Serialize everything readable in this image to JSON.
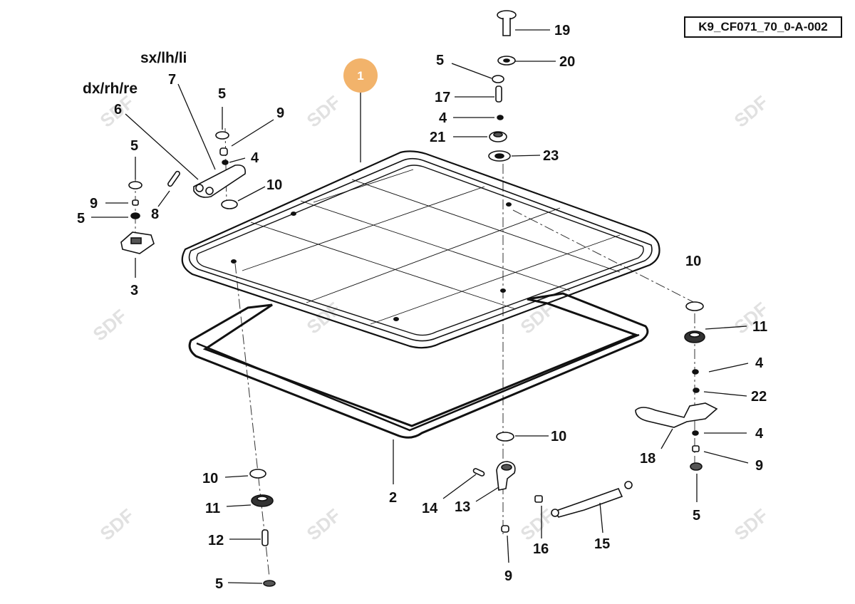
{
  "reference_code": "K9_CF071_70_0-A-002",
  "side_labels": {
    "left_hand": "sx/lh/li",
    "right_hand": "dx/rh/re"
  },
  "watermark_text": "SDF",
  "highlight_color": "#f2b36b",
  "callout": {
    "number": "1"
  },
  "part_labels": {
    "p19": "19",
    "p20": "20",
    "p5a": "5",
    "p17": "17",
    "p4a": "4",
    "p21": "21",
    "p23": "23",
    "p7": "7",
    "p6": "6",
    "p5b": "5",
    "p9a": "9",
    "p4b": "4",
    "p10a": "10",
    "p5c": "5",
    "p9b": "9",
    "p5d": "5",
    "p8": "8",
    "p3": "3",
    "p10b": "10",
    "p11a": "11",
    "p4c": "4",
    "p22": "22",
    "p4d": "4",
    "p18": "18",
    "p9c": "9",
    "p5e": "5",
    "p10c": "10",
    "p14": "14",
    "p13": "13",
    "p16": "16",
    "p15": "15",
    "p9d": "9",
    "p2": "2",
    "p10d": "10",
    "p11b": "11",
    "p12": "12",
    "p5f": "5"
  }
}
